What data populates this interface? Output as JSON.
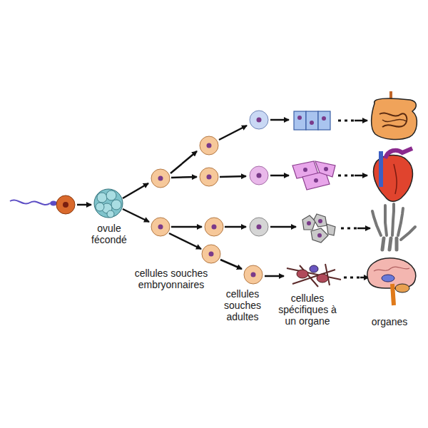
{
  "diagram": {
    "labels": [
      "ovule fécondé",
      "cellules souches embryonnaires",
      "cellules souches adultes",
      "cellules spécifiques à un organe",
      "organes"
    ]
  }
}
